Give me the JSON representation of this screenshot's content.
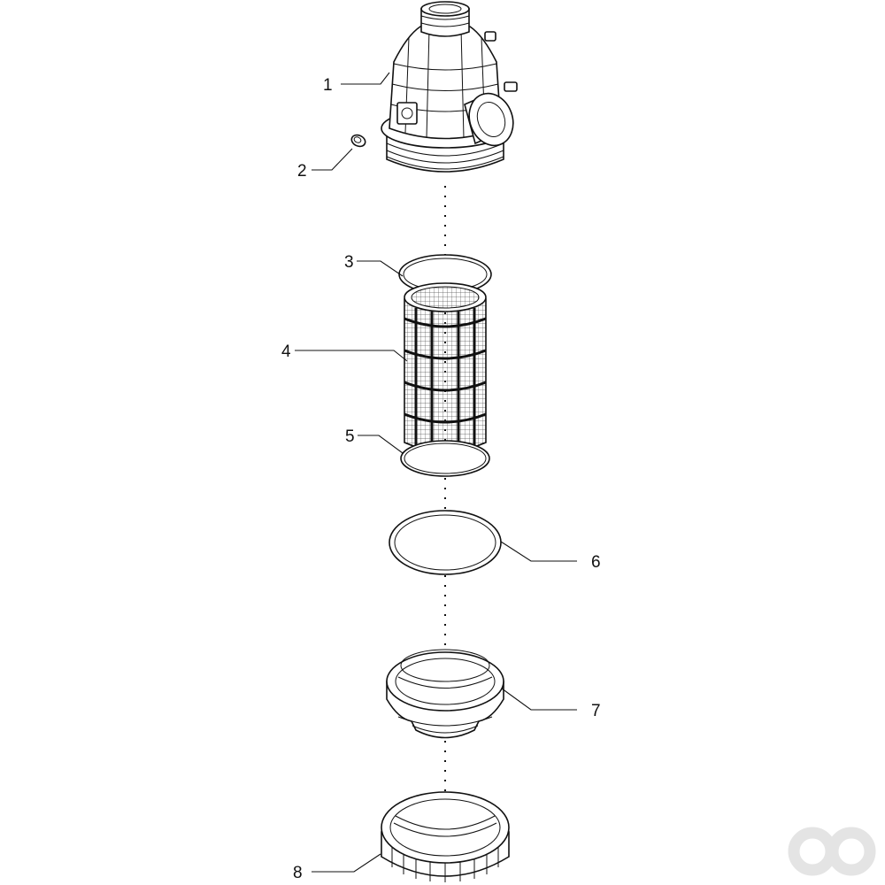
{
  "callouts": [
    {
      "id": "part-1",
      "label": "1"
    },
    {
      "id": "part-2",
      "label": "2"
    },
    {
      "id": "part-3",
      "label": "3"
    },
    {
      "id": "part-4",
      "label": "4"
    },
    {
      "id": "part-5",
      "label": "5"
    },
    {
      "id": "part-6",
      "label": "6"
    },
    {
      "id": "part-7",
      "label": "7"
    },
    {
      "id": "part-8",
      "label": "8"
    }
  ],
  "watermark": {
    "icon": "agco-parts-logo-icon",
    "color": "#e4e4e4"
  }
}
